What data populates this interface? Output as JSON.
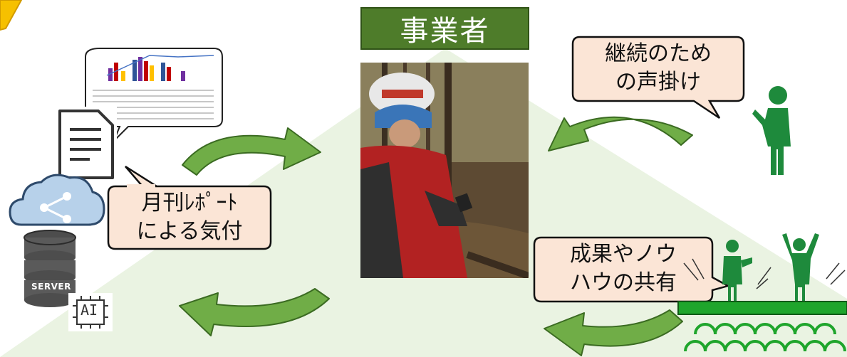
{
  "center": {
    "title": "事業者"
  },
  "bubbles": {
    "report": {
      "line1": "月刊ﾚﾎﾟｰﾄ",
      "line2": "による気付"
    },
    "encourage": {
      "line1": "継続のため",
      "line2": "の声掛け"
    },
    "share": {
      "line1": "成果やノウ",
      "line2": "ハウの共有"
    }
  },
  "server": {
    "label": "SERVER",
    "ai_label": "AI"
  },
  "icons": {
    "document": "document-icon",
    "cloud": "cloud-share-icon",
    "database": "database-server-icon",
    "ai": "ai-chip-icon",
    "person": "person-icon",
    "audience": "audience-icon"
  },
  "colors": {
    "title_bg": "#4e7c2a",
    "arrow_green": "#70ad47",
    "person_green": "#1e8a3c",
    "bubble_fill": "#fbe5d6",
    "triangle_bg": "#eaf3e2"
  }
}
